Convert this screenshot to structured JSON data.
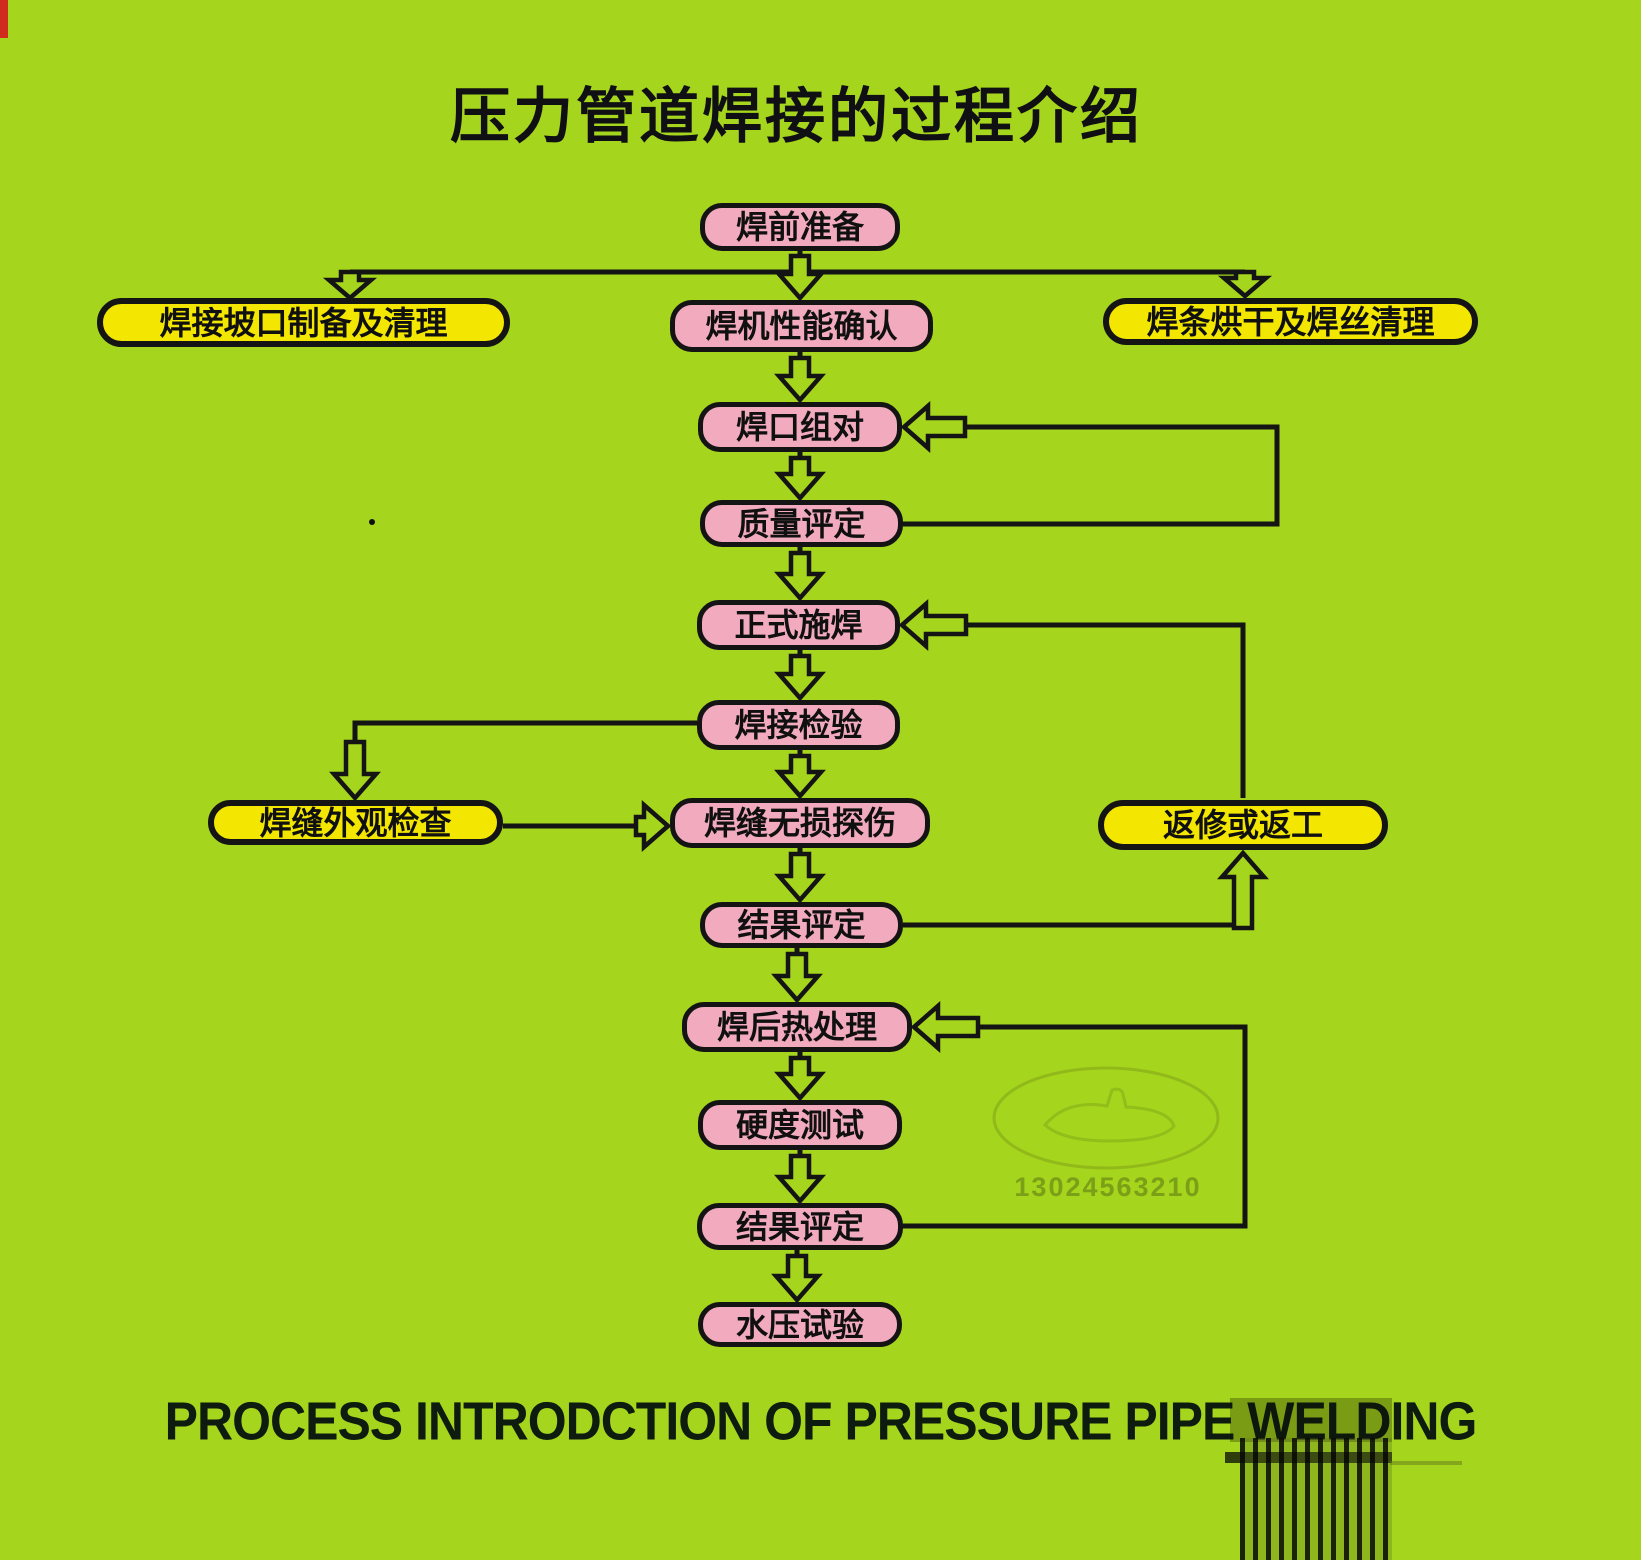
{
  "title": "压力管道焊接的过程介绍",
  "subtitle_en": "PROCESS INTRODCTION OF PRESSURE PIPE WELDING",
  "watermark": {
    "phone": "13024563210"
  },
  "colors": {
    "background": "#a5d51d",
    "node_pink": "#f2abbe",
    "node_yellow": "#f3e600",
    "outline_black": "#141414",
    "artifact_red": "#cf2c1d"
  },
  "flowchart": {
    "nodes": [
      {
        "id": "prep",
        "label": "焊前准备",
        "color": "pink"
      },
      {
        "id": "groove",
        "label": "焊接坡口制备及清理",
        "color": "yellow"
      },
      {
        "id": "machine",
        "label": "焊机性能确认",
        "color": "pink"
      },
      {
        "id": "drying",
        "label": "焊条烘干及焊丝清理",
        "color": "yellow"
      },
      {
        "id": "joint",
        "label": "焊口组对",
        "color": "pink"
      },
      {
        "id": "quality",
        "label": "质量评定",
        "color": "pink"
      },
      {
        "id": "welding",
        "label": "正式施焊",
        "color": "pink"
      },
      {
        "id": "inspection",
        "label": "焊接检验",
        "color": "pink"
      },
      {
        "id": "visual",
        "label": "焊缝外观检查",
        "color": "yellow"
      },
      {
        "id": "ndt",
        "label": "焊缝无损探伤",
        "color": "pink"
      },
      {
        "id": "repair",
        "label": "返修或返工",
        "color": "yellow"
      },
      {
        "id": "result1",
        "label": "结果评定",
        "color": "pink"
      },
      {
        "id": "heat",
        "label": "焊后热处理",
        "color": "pink"
      },
      {
        "id": "hardness",
        "label": "硬度测试",
        "color": "pink"
      },
      {
        "id": "result2",
        "label": "结果评定",
        "color": "pink"
      },
      {
        "id": "hydro",
        "label": "水压试验",
        "color": "pink"
      }
    ],
    "edges": [
      {
        "from": "prep",
        "to": "groove"
      },
      {
        "from": "prep",
        "to": "machine"
      },
      {
        "from": "prep",
        "to": "drying"
      },
      {
        "from": "machine",
        "to": "joint"
      },
      {
        "from": "joint",
        "to": "quality"
      },
      {
        "from": "quality",
        "to": "joint",
        "note": "return-loop"
      },
      {
        "from": "quality",
        "to": "welding"
      },
      {
        "from": "welding",
        "to": "inspection"
      },
      {
        "from": "inspection",
        "to": "visual"
      },
      {
        "from": "inspection",
        "to": "ndt"
      },
      {
        "from": "visual",
        "to": "ndt"
      },
      {
        "from": "ndt",
        "to": "result1"
      },
      {
        "from": "result1",
        "to": "repair"
      },
      {
        "from": "repair",
        "to": "welding",
        "note": "return-loop"
      },
      {
        "from": "result1",
        "to": "heat"
      },
      {
        "from": "heat",
        "to": "hardness"
      },
      {
        "from": "hardness",
        "to": "result2"
      },
      {
        "from": "result2",
        "to": "heat",
        "note": "return-loop"
      },
      {
        "from": "result2",
        "to": "hydro"
      }
    ]
  }
}
